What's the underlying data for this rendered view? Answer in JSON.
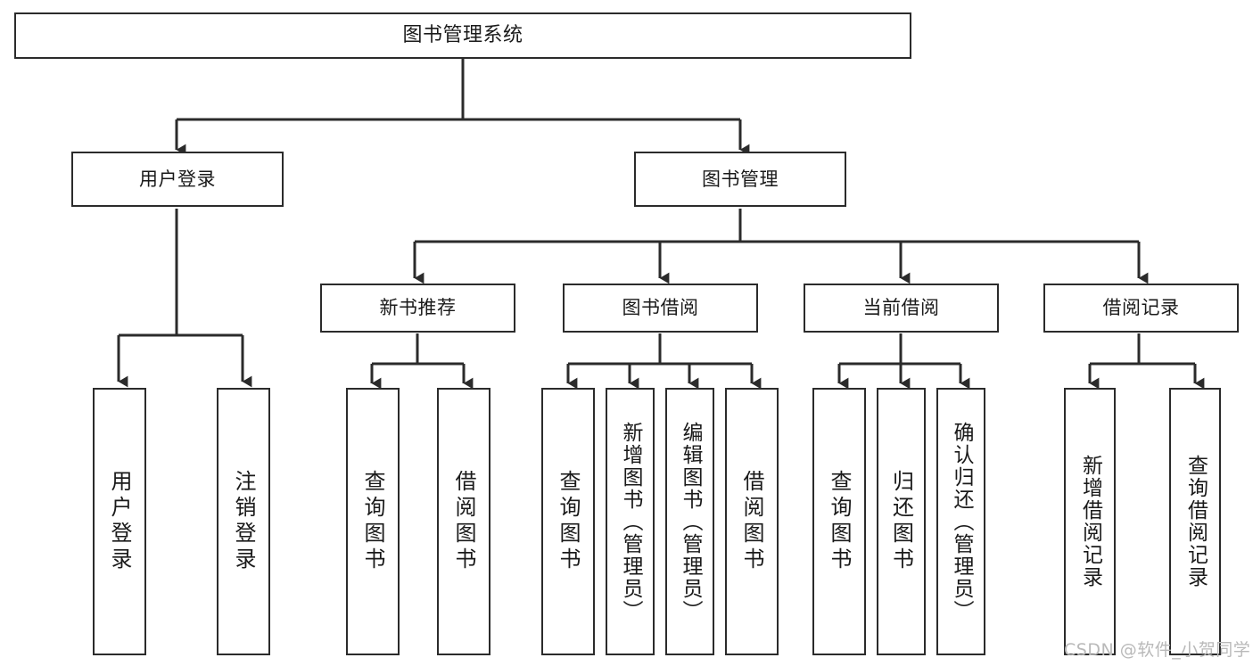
{
  "diagram": {
    "title": "图书管理系统",
    "type": "function-structure-tree",
    "levels": 4,
    "root": {
      "label": "图书管理系统"
    },
    "level2": [
      {
        "label": "用户登录"
      },
      {
        "label": "图书管理"
      }
    ],
    "level3": [
      {
        "label": "新书推荐"
      },
      {
        "label": "图书借阅"
      },
      {
        "label": "当前借阅"
      },
      {
        "label": "借阅记录"
      }
    ],
    "leaves": {
      "user_login": [
        {
          "label": "用户登录"
        },
        {
          "label": "注销登录"
        }
      ],
      "new_book_recommend": [
        {
          "label": "查询图书"
        },
        {
          "label": "借阅图书"
        }
      ],
      "book_borrow": [
        {
          "label": "查询图书"
        },
        {
          "label": "新增图书（管理员）"
        },
        {
          "label": "编辑图书（管理员）"
        },
        {
          "label": "借阅图书"
        }
      ],
      "current_borrow": [
        {
          "label": "查询图书"
        },
        {
          "label": "归还图书"
        },
        {
          "label": "确认归还（管理员）"
        }
      ],
      "borrow_record": [
        {
          "label": "新增借阅记录"
        },
        {
          "label": "查询借阅记录"
        }
      ]
    }
  },
  "watermark": {
    "text": "CSDN @软件_小贺同学"
  },
  "colors": {
    "box_border": "#2b2b2b",
    "box_fill": "#ffffff",
    "text": "#1a1a1a",
    "connector": "#2b2b2b",
    "watermark": "#b9b9b9",
    "background": "#ffffff"
  }
}
